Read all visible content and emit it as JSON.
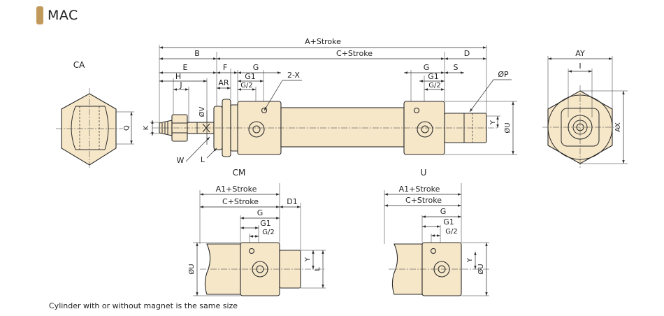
{
  "header": {
    "title": "MAC",
    "accent_color": "#c19a5b",
    "body_color": "#f6e7c9"
  },
  "views": {
    "ca": "CA",
    "cm": "CM",
    "u": "U"
  },
  "main": {
    "a_stroke": "A+Stroke",
    "c_stroke": "C+Stroke",
    "b": "B",
    "d": "D",
    "e": "E",
    "f": "F",
    "g": "G",
    "g1": "G1",
    "g2": "G/2",
    "h": "H",
    "j": "J",
    "ar": "AR",
    "x": "2-X",
    "v": "ØV",
    "k": "K",
    "w": "W",
    "l": "L",
    "s": "S",
    "p": "ØP",
    "y": "Y",
    "u": "ØU"
  },
  "ca_view": {
    "q": "Q"
  },
  "end_view": {
    "ay": "AY",
    "i": "I",
    "ax": "AX"
  },
  "cm_view": {
    "a1_stroke": "A1+Stroke",
    "c_stroke": "C+Stroke",
    "g": "G",
    "d1": "D1",
    "g1": "G1",
    "g2": "G/2",
    "u": "ØU",
    "y": "Y",
    "l": "L"
  },
  "u_view": {
    "a1_stroke": "A1+Stroke",
    "c_stroke": "C+Stroke",
    "g": "G",
    "g1": "G1",
    "g2": "G/2",
    "y": "Y",
    "u": "ØU"
  },
  "footnote": "Cylinder with or without magnet is the same size"
}
